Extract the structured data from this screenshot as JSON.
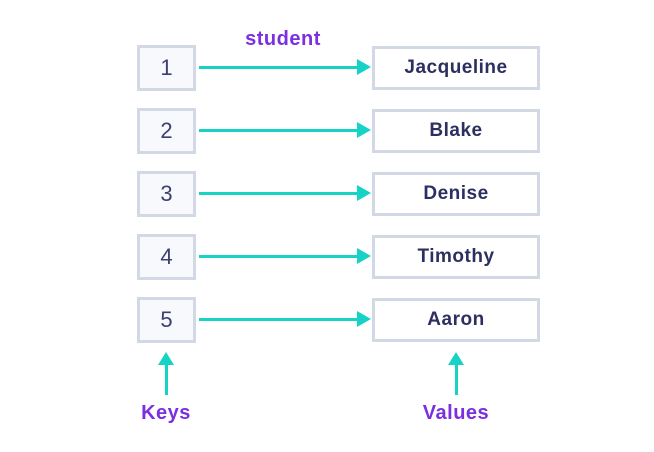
{
  "diagram": {
    "annotation": "student",
    "rows": [
      {
        "key": "1",
        "value": "Jacqueline"
      },
      {
        "key": "2",
        "value": "Blake"
      },
      {
        "key": "3",
        "value": "Denise"
      },
      {
        "key": "4",
        "value": "Timothy"
      },
      {
        "key": "5",
        "value": "Aaron"
      }
    ],
    "keys_label": "Keys",
    "values_label": "Values"
  },
  "colors": {
    "arrow_teal": "#16d3c5",
    "label_purple": "#7b2fe0",
    "value_text_navy": "#2b3061",
    "key_text_navy": "#3b4070",
    "box_border": "#d3d8e5",
    "key_box_fill": "#f8f9fc",
    "background": "#ffffff"
  }
}
